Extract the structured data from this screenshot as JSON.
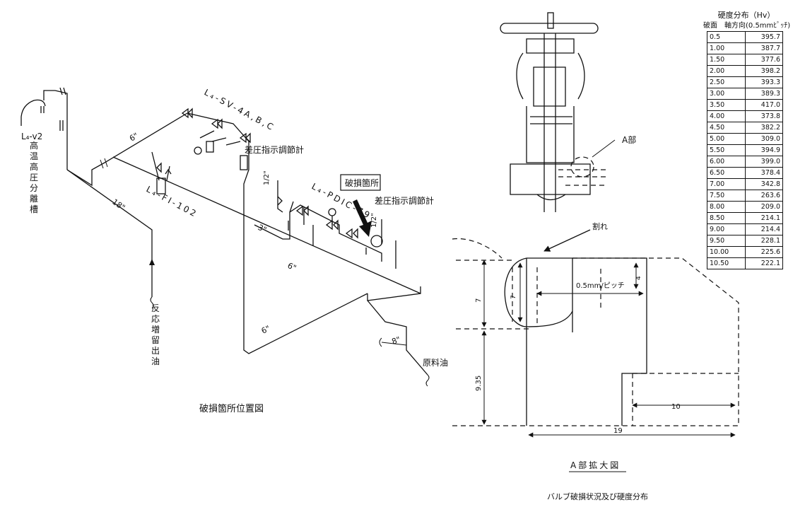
{
  "piping": {
    "vessel_label": "L₄-v2",
    "vessel_name": "高温高圧分離槽",
    "outlet_label": "反応増留出油",
    "line_18": "18\"",
    "line_6a": "6\"",
    "line_6b": "6\"",
    "line_6c": "6\"",
    "line_3": "3\"",
    "line_8": "8\"",
    "half_a": "1/2\"",
    "half_b": "1/2\"",
    "tag_sv": "L₄-SV-4A,B,C",
    "tag_fi": "L₄-FI-102",
    "tag_pdic": "L₄-PDIC-79",
    "dp_meter_1": "差圧指示調節計",
    "dp_meter_2": "差圧指示調節計",
    "damage_box": "破損箇所",
    "feed_oil": "原料油",
    "caption": "破損箇所位置図"
  },
  "valve": {
    "label_a": "A部"
  },
  "detail": {
    "crack_label": "割れ",
    "dim_7a": "7",
    "dim_7b": "7",
    "dim_4": "4",
    "dim_935": "9.35",
    "dim_10": "10",
    "dim_19": "19",
    "pitch_label": "0.5mm/ピッチ",
    "caption": "A部拡大図"
  },
  "hardness": {
    "title": "硬度分布（Hv）",
    "subtitle": "破面　軸方向(0.5mmﾋﾟｯﾁ)",
    "rows": [
      {
        "pos": "0.5",
        "hv": "395.7"
      },
      {
        "pos": "1.00",
        "hv": "387.7"
      },
      {
        "pos": "1.50",
        "hv": "377.6"
      },
      {
        "pos": "2.00",
        "hv": "398.2"
      },
      {
        "pos": "2.50",
        "hv": "393.3"
      },
      {
        "pos": "3.00",
        "hv": "389.3"
      },
      {
        "pos": "3.50",
        "hv": "417.0"
      },
      {
        "pos": "4.00",
        "hv": "373.8"
      },
      {
        "pos": "4.50",
        "hv": "382.2"
      },
      {
        "pos": "5.00",
        "hv": "309.0"
      },
      {
        "pos": "5.50",
        "hv": "394.9"
      },
      {
        "pos": "6.00",
        "hv": "399.0"
      },
      {
        "pos": "6.50",
        "hv": "378.4"
      },
      {
        "pos": "7.00",
        "hv": "342.8"
      },
      {
        "pos": "7.50",
        "hv": "263.6"
      },
      {
        "pos": "8.00",
        "hv": "209.0"
      },
      {
        "pos": "8.50",
        "hv": "214.1"
      },
      {
        "pos": "9.00",
        "hv": "214.4"
      },
      {
        "pos": "9.50",
        "hv": "228.1"
      },
      {
        "pos": "10.00",
        "hv": "225.6"
      },
      {
        "pos": "10.50",
        "hv": "222.1"
      }
    ]
  },
  "page_caption": "バルブ破損状況及び硬度分布"
}
